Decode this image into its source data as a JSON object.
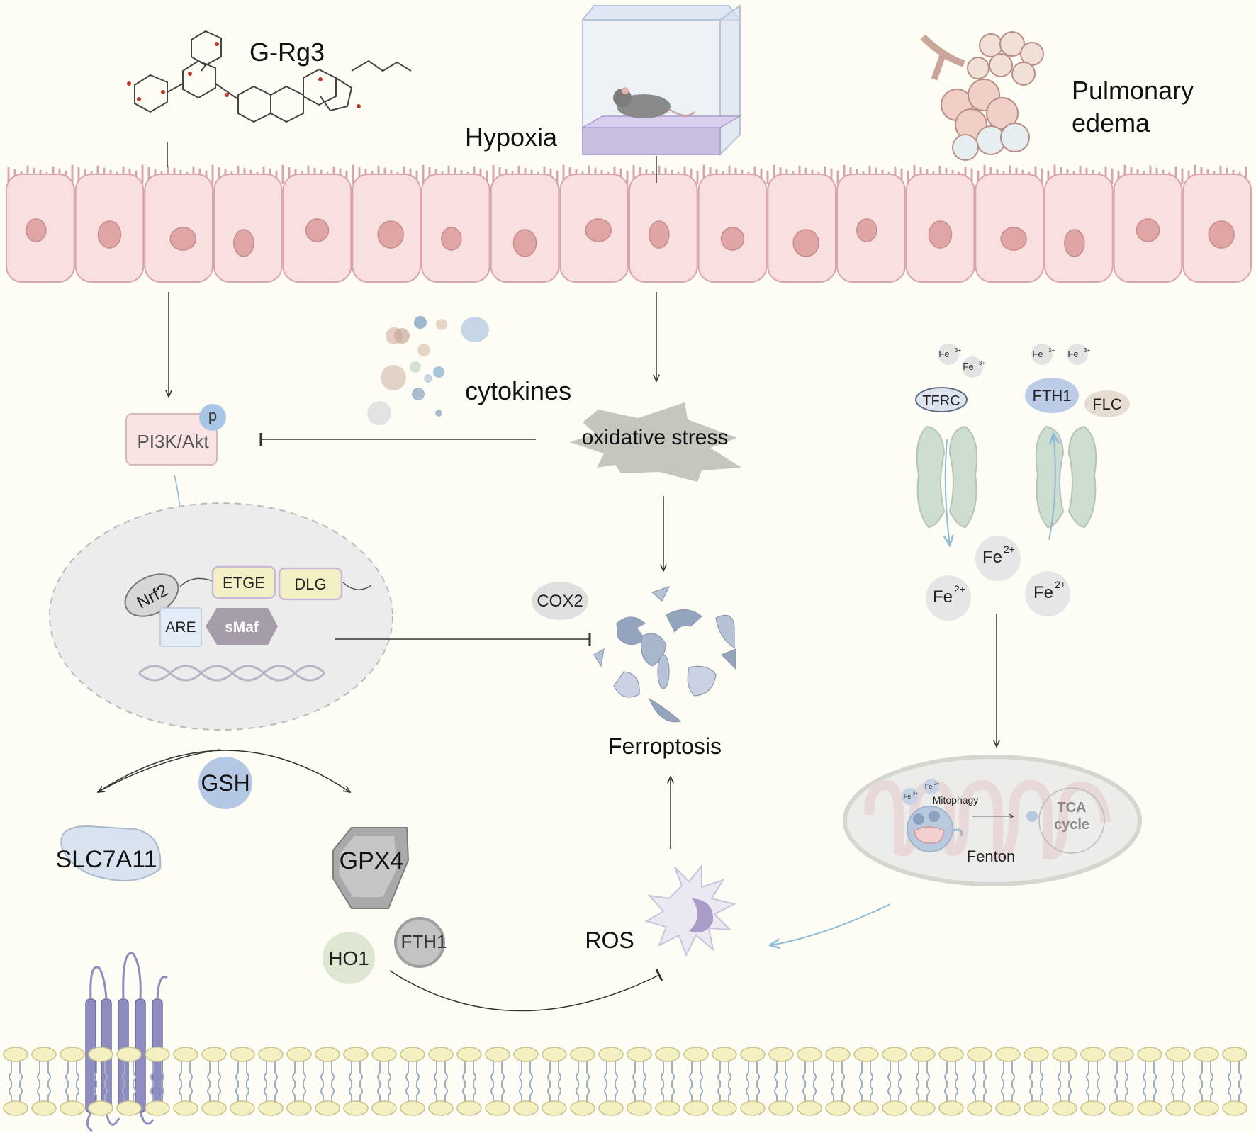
{
  "labels": {
    "drug": "G-Rg3",
    "hypoxia": "Hypoxia",
    "pulmonary_line1": "Pulmonary",
    "pulmonary_line2": "edema",
    "cytokines": "cytokines",
    "oxidative_stress": "oxidative stress",
    "pi3k": "PI3K/Akt",
    "phospho": "p",
    "nrf2": "Nrf2",
    "etge": "ETGE",
    "dlg": "DLG",
    "are": "ARE",
    "smaf": "sMaf",
    "cox2": "COX2",
    "ferroptosis": "Ferroptosis",
    "gsh": "GSH",
    "slc7a11": "SLC7A11",
    "gpx4": "GPX4",
    "ho1": "HO1",
    "fth1_bottom": "FTH1",
    "ros": "ROS",
    "tfrc": "TFRC",
    "fth1_top": "FTH1",
    "flc": "FLC",
    "fe3": "Fe",
    "fe3_sup": "3+",
    "fe2": "Fe",
    "fe2_sup": "2+",
    "mitophagy": "Mitophagy",
    "fenton": "Fenton",
    "tca_line1": "TCA",
    "tca_line2": "cycle"
  },
  "colors": {
    "background": "#fdfdf6",
    "cell_fill": "#f8dfe0",
    "cell_stroke": "#d9a5aa",
    "nucleus": "#e0a6a6",
    "arrow": "#333333",
    "light_arrow": "#8fbbd8",
    "membrane_head": "#f4f0c2"
  }
}
